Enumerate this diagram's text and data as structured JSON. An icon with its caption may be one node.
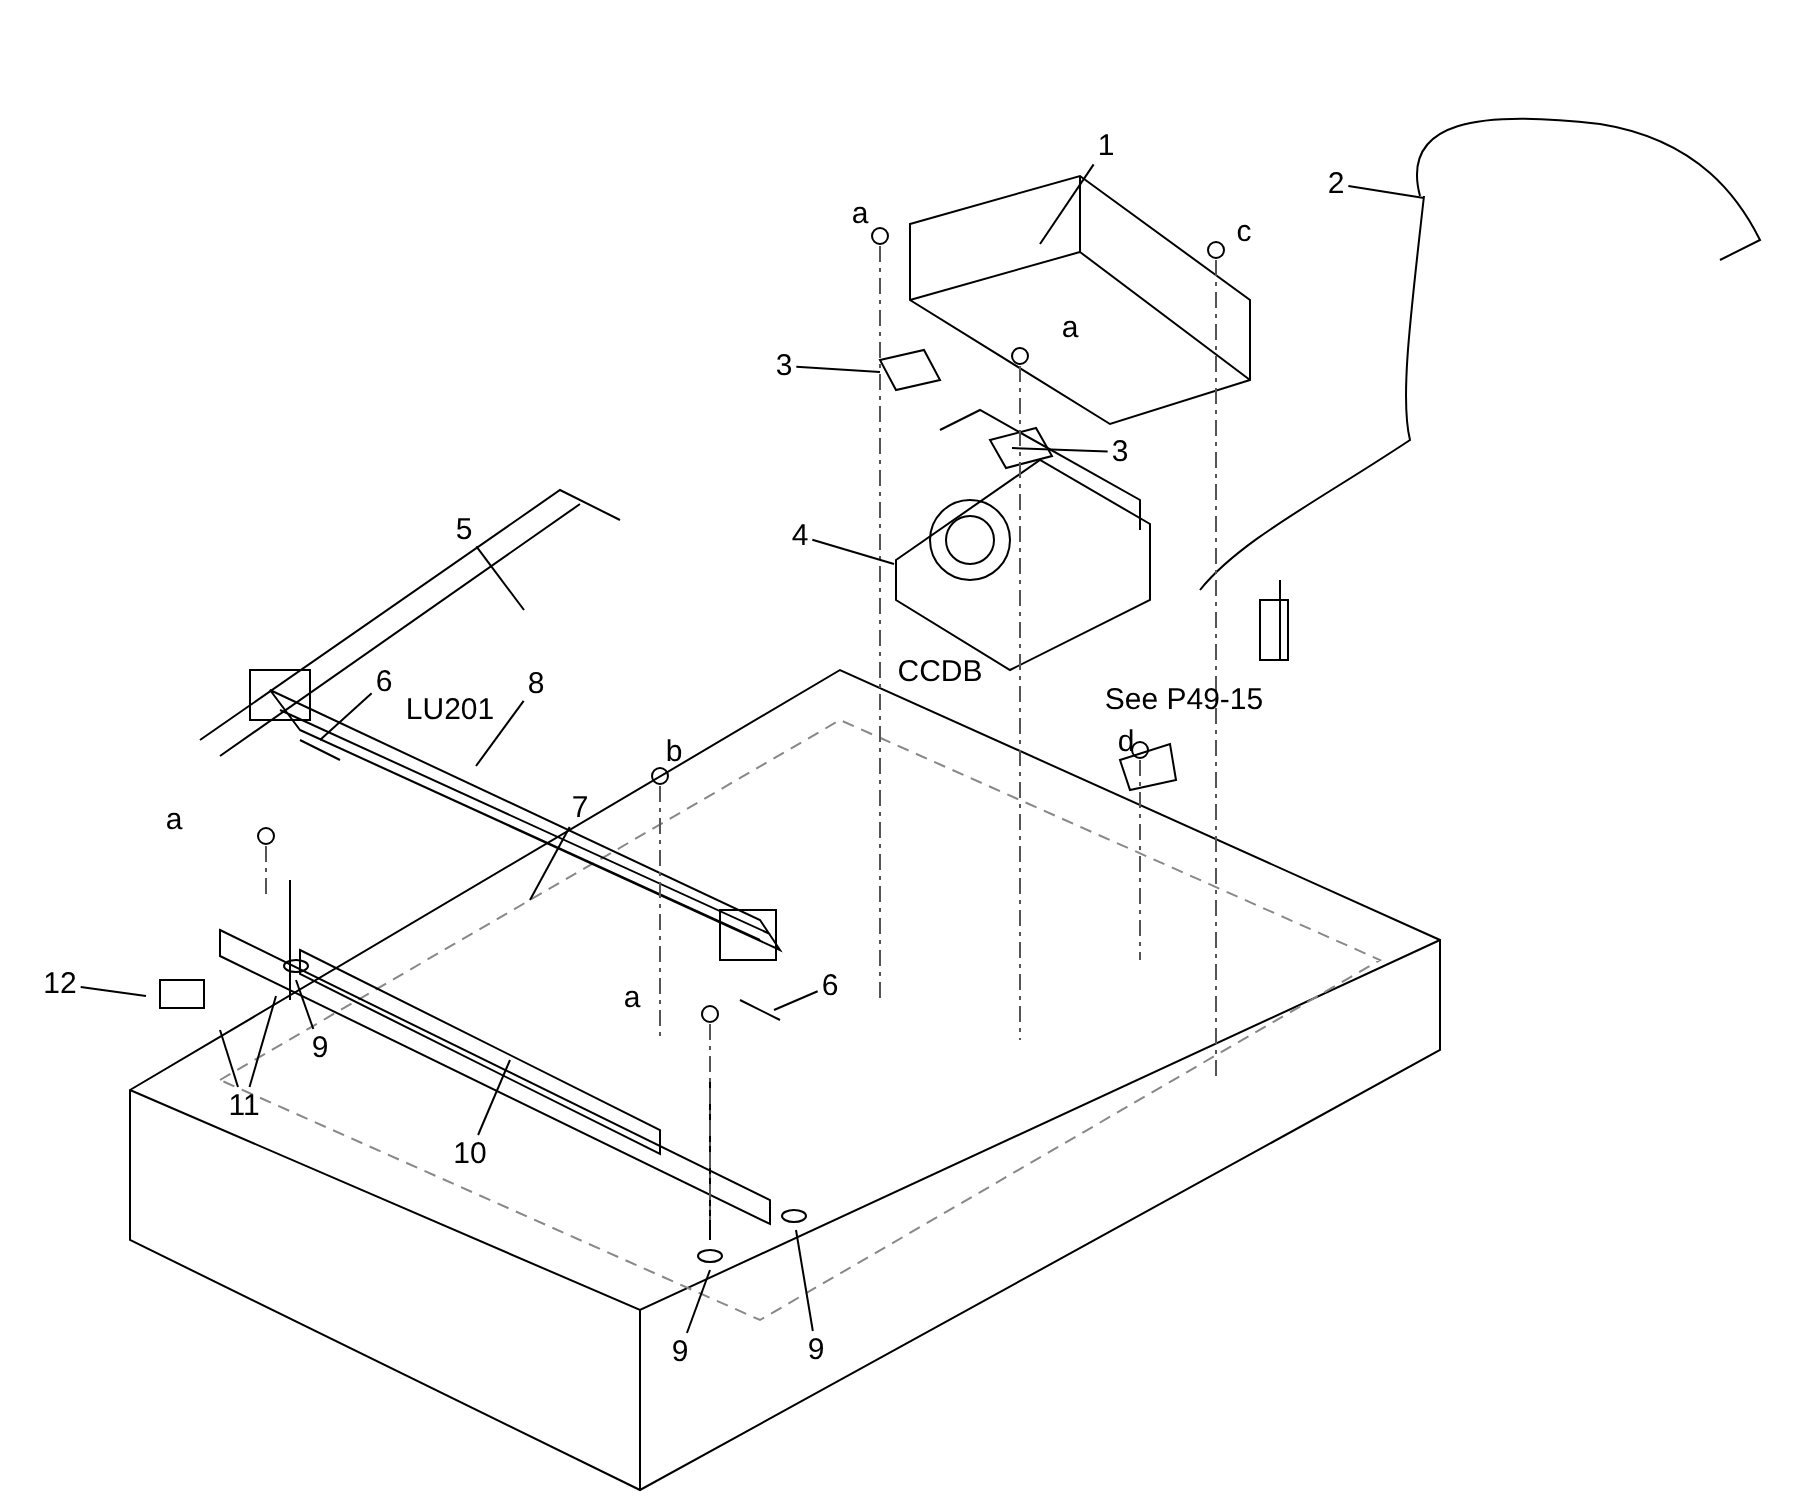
{
  "diagram": {
    "nodes": [
      {
        "text": [
          "1"
        ]
      },
      {
        "text": [
          "2"
        ]
      },
      {
        "text": [
          "3"
        ]
      },
      {
        "text": [
          "3"
        ]
      },
      {
        "text": [
          "5"
        ]
      },
      {
        "text": [
          "4"
        ]
      },
      {
        "text": [
          "6"
        ]
      },
      {
        "text": [
          "8"
        ]
      },
      {
        "text": [
          "7"
        ]
      },
      {
        "text": [
          "12"
        ]
      },
      {
        "text": [
          "6"
        ]
      },
      {
        "text": [
          "9"
        ]
      },
      {
        "text": [
          "11"
        ]
      },
      {
        "text": [
          "10"
        ]
      },
      {
        "text": [
          "9"
        ]
      },
      {
        "text": [
          "9"
        ]
      }
    ],
    "edges": [
      {
        "from": 0,
        "to": null,
        "arrow": "none"
      },
      {
        "from": 1,
        "to": null,
        "arrow": "none"
      },
      {
        "from": 2,
        "to": null,
        "arrow": "none"
      },
      {
        "from": 3,
        "to": null,
        "arrow": "none"
      },
      {
        "from": 4,
        "to": null,
        "arrow": "none"
      },
      {
        "from": 5,
        "to": null,
        "arrow": "none"
      },
      {
        "from": 6,
        "to": null,
        "arrow": "none"
      },
      {
        "from": 7,
        "to": null,
        "arrow": "none"
      },
      {
        "from": 8,
        "to": null,
        "arrow": "none"
      },
      {
        "from": 9,
        "to": null,
        "arrow": "none"
      },
      {
        "from": 10,
        "to": null,
        "arrow": "none"
      },
      {
        "from": 11,
        "to": null,
        "arrow": "none"
      },
      {
        "from": 12,
        "to": null,
        "arrow": "none"
      },
      {
        "from": 12,
        "to": null,
        "arrow": "none"
      },
      {
        "from": 13,
        "to": null,
        "arrow": "none"
      },
      {
        "from": 14,
        "to": null,
        "arrow": "none"
      },
      {
        "from": 15,
        "to": null,
        "arrow": "none"
      }
    ],
    "labels": [
      "a",
      "c",
      "a",
      "CCDB",
      "See P49-15",
      "LU201",
      "d",
      "b",
      "a",
      "a"
    ]
  }
}
